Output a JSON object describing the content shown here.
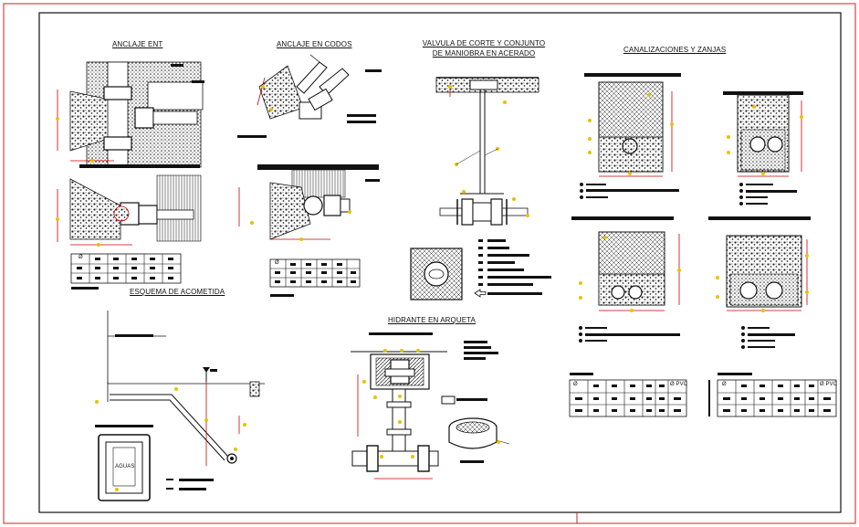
{
  "titles": {
    "anclaje_ent": "ANCLAJE ENT",
    "anclaje_codos": "ANCLAJE EN CODOS",
    "valvula_line1": "VALVULA DE CORTE Y CONJUNTO",
    "valvula_line2": "DE MANIOBRA EN ACERADO",
    "canalizaciones": "CANALIZACIONES Y ZANJAS",
    "esquema": "ESQUEMA DE ACOMETIDA",
    "hidrante": "HIDRANTE EN ARQUETA"
  },
  "labels": {
    "aguas": "AGUAS",
    "diameter_symbol": "Ø",
    "pvc": "Ø PVC"
  },
  "colors": {
    "border": "#cc2222",
    "ink": "#111111",
    "dimension": "#cc0000",
    "marker": "#e6c200",
    "hatch": "#222222"
  }
}
